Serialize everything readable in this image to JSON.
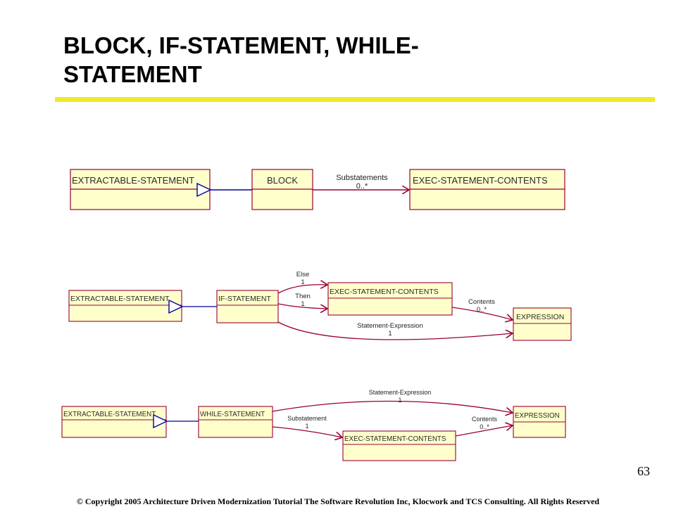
{
  "slide": {
    "title_line1": "BLOCK, IF-STATEMENT, WHILE-",
    "title_line2": "STATEMENT",
    "page_number": "63",
    "copyright": "© Copyright 2005 Architecture Driven Modernization Tutorial  The Software Revolution Inc, Klocwork and TCS Consulting. All Rights Reserved",
    "colors": {
      "accent_rule": "#f0ea28",
      "class_fill": "#ffffcc",
      "class_border": "#990033",
      "association": "#990033",
      "generalization": "#000099"
    }
  },
  "diagrams": {
    "block": {
      "parent": "EXTRACTABLE-STATEMENT",
      "child": "BLOCK",
      "target": "EXEC-STATEMENT-CONTENTS",
      "assoc_role": "Substatements",
      "assoc_mult": "0..*"
    },
    "if": {
      "parent": "EXTRACTABLE-STATEMENT",
      "child": "IF-STATEMENT",
      "contents": "EXEC-STATEMENT-CONTENTS",
      "expression": "EXPRESSION",
      "else_role": "Else",
      "else_mult": "1",
      "then_role": "Then",
      "then_mult": "1",
      "contents_role": "Contents",
      "contents_mult": "0..*",
      "stmt_expr_role": "Statement-Expression",
      "stmt_expr_mult": "1"
    },
    "while": {
      "parent": "EXTRACTABLE-STATEMENT",
      "child": "WHILE-STATEMENT",
      "contents": "EXEC-STATEMENT-CONTENTS",
      "expression": "EXPRESSION",
      "stmt_expr_role": "Statement-Expression",
      "stmt_expr_mult": "1",
      "sub_role": "Substatement",
      "sub_mult": "1",
      "contents_role": "Contents",
      "contents_mult": "0..*"
    }
  }
}
